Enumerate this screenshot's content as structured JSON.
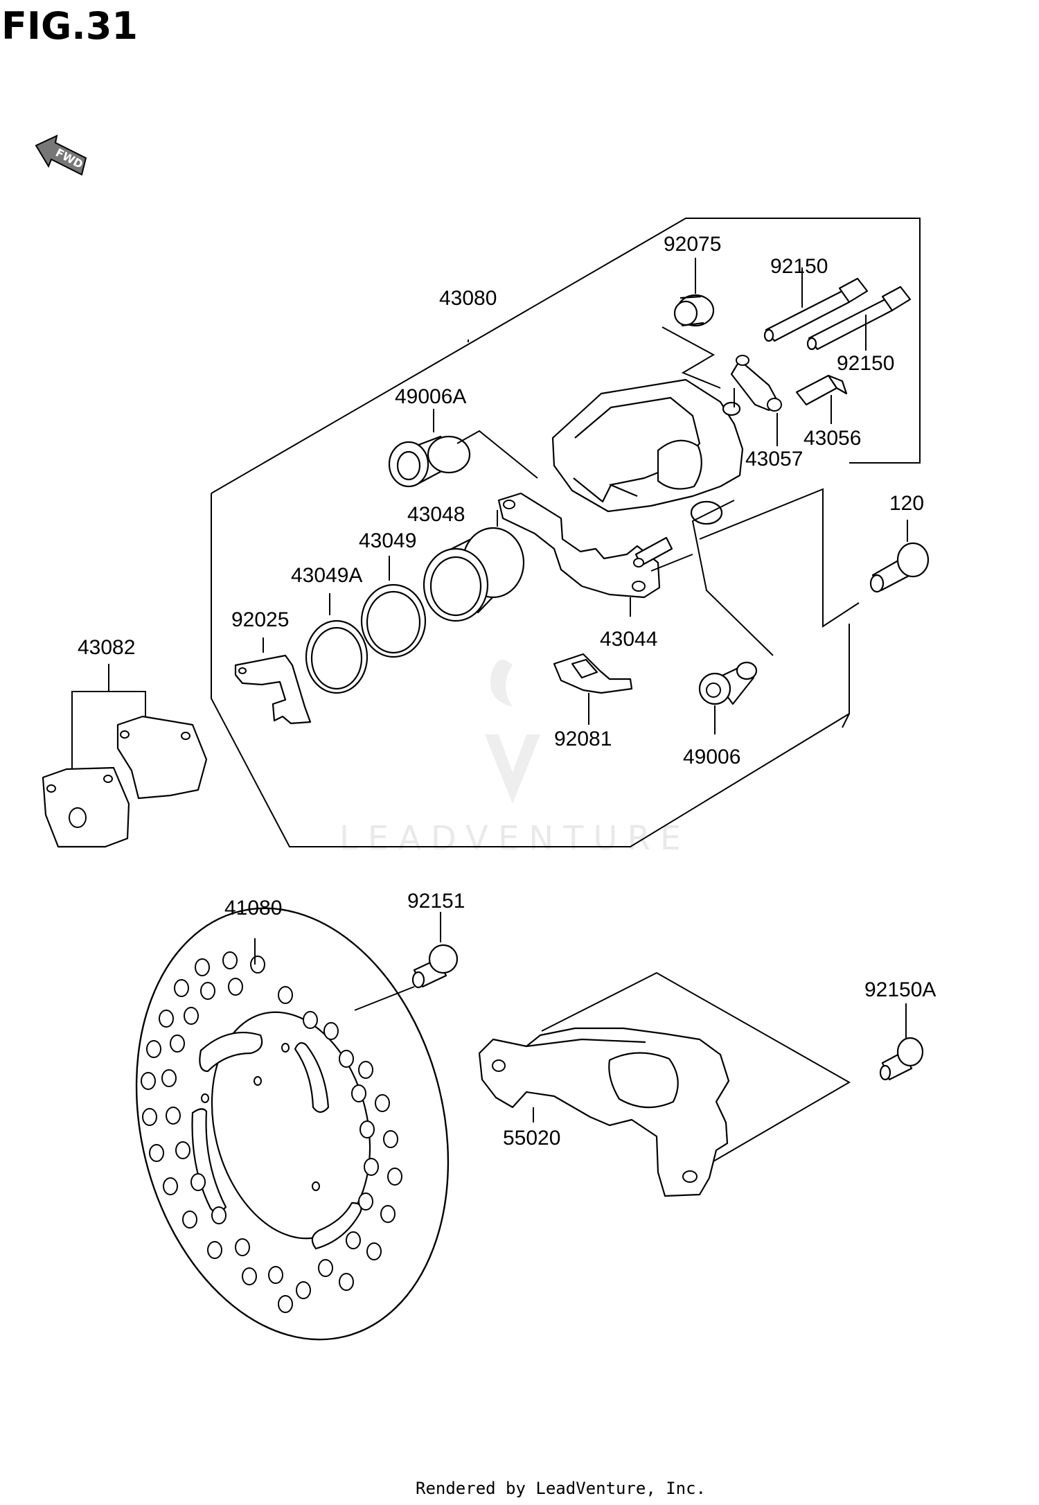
{
  "figure": {
    "title": "FIG.31"
  },
  "direction_icon": {
    "name": "fwd-arrow-icon",
    "text": "FWD"
  },
  "watermark": {
    "brand": "LEADVENTURE"
  },
  "footer": {
    "credit": "Rendered by LeadVenture, Inc."
  },
  "parts": [
    {
      "id": "43080",
      "label": "43080"
    },
    {
      "id": "92075",
      "label": "92075"
    },
    {
      "id": "92150",
      "label": "92150"
    },
    {
      "id": "92150b",
      "label": "92150"
    },
    {
      "id": "49006A",
      "label": "49006A"
    },
    {
      "id": "43057",
      "label": "43057"
    },
    {
      "id": "43056",
      "label": "43056"
    },
    {
      "id": "120",
      "label": "120"
    },
    {
      "id": "43048",
      "label": "43048"
    },
    {
      "id": "43049",
      "label": "43049"
    },
    {
      "id": "43049A",
      "label": "43049A"
    },
    {
      "id": "92025",
      "label": "92025"
    },
    {
      "id": "43044",
      "label": "43044"
    },
    {
      "id": "92081",
      "label": "92081"
    },
    {
      "id": "49006",
      "label": "49006"
    },
    {
      "id": "43082",
      "label": "43082"
    },
    {
      "id": "41080",
      "label": "41080"
    },
    {
      "id": "92151",
      "label": "92151"
    },
    {
      "id": "92150A",
      "label": "92150A"
    },
    {
      "id": "55020",
      "label": "55020"
    }
  ]
}
